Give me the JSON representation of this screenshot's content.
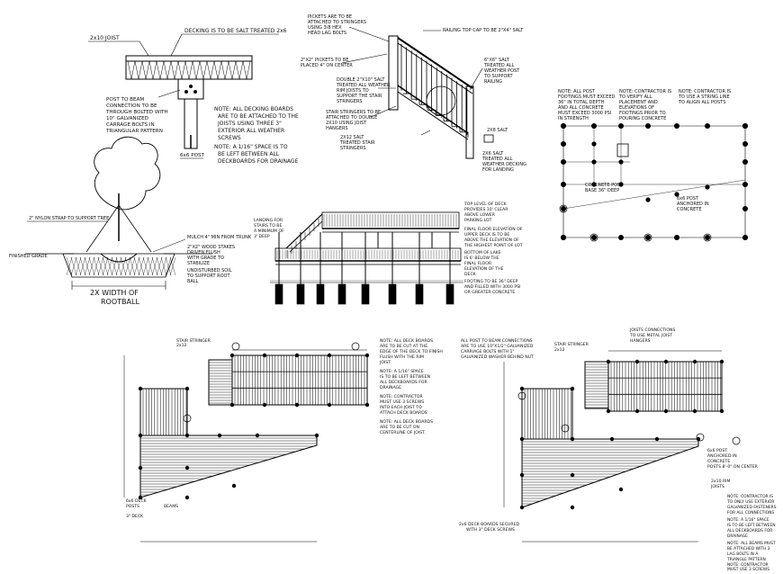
{
  "colors": {
    "ink": "#000000",
    "paper": "#ffffff"
  },
  "deck_section": {
    "joist_label": "2x10 JOIST",
    "decking_note": "DECKING IS TO BE SALT TREATED 2x6",
    "beam_connection_note": [
      "POST TO BEAM",
      "CONNECTION TO BE",
      "THROUGH BOLTED WITH",
      "10\" GALVANIZED",
      "CARRAGE BOLTS IN",
      "TRIANGULAR PATTERN"
    ],
    "post_label": "6x6 POST",
    "note_decking": [
      "NOTE: ALL DECKING BOARDS",
      "ARE TO BE ATTACHED TO THE",
      "JOISTS USING THREE 3\"",
      "EXTERIOR ALL WEATHER",
      "SCREWS"
    ],
    "note_spacing": [
      "NOTE: A 1/16\" SPACE IS TO",
      "BE LEFT BETWEEN ALL",
      "DECKBOARDS FOR DRAINAGE"
    ]
  },
  "stair_detail": {
    "pickets_note": [
      "PICKETS ARE TO BE",
      "ATTACHED TO STRINGERS",
      "USING 3/8 HEX",
      "HEAD LAG BOLTS"
    ],
    "railing_note": "RAILING TOP CAP TO BE 2\"X4\" SALT",
    "picket_spacing": [
      "2\"X2\" PICKETS TO BE",
      "PLACED 4\" ON CENTER"
    ],
    "post_note": [
      "6\"X6\" SALT",
      "TREATED ALL",
      "WEATHER POST",
      "TO SUPPORT",
      "RAILING"
    ],
    "stair_support": [
      "DOUBLE 2\"X10\" SALT",
      "TREATED ALL WEATHER",
      "RIM JOISTS TO",
      "SUPPORT THE STAIR",
      "STRINGERS"
    ],
    "stringer_note": [
      "STAIR STRINGERS TO BE",
      "ATTACHED TO DOUBLE",
      "2X10 USING JOIST",
      "HANGERS"
    ],
    "stringer_label": [
      "2X12 SALT",
      "TREATED STAIR",
      "STRINGERS"
    ],
    "tread_label": [
      "2X6 SALT",
      "TREATED ALL",
      "WEATHER DECKING",
      "FOR LANDING"
    ],
    "footing_label": "2X8 SALT"
  },
  "tree_detail": {
    "strap_note": "2\" NYLON STRAP TO SUPPORT TREE",
    "mulch_note": [
      "MULCH 4\" MIN FROM TRUNK"
    ],
    "stakes_note": [
      "2\"X2\" WOOD STAKES",
      "DRIVEN FLUSH",
      "WITH GRADE TO",
      "STABILIZE"
    ],
    "grade_label": "FINISHED GRADE",
    "undisturbed_note": [
      "UNDISTURBED SOIL",
      "TO SUPPORT ROOT",
      "BALL"
    ],
    "rootball_width": "2X WIDTH OF",
    "rootball_label": "ROOTBALL"
  },
  "elevation": {
    "landing_note": [
      "LANDING FOR",
      "STAIRS TO BE",
      "A MINIMUM OF",
      "3' DEEP"
    ],
    "top_level_note": [
      "TOP LEVEL OF DECK",
      "PROVIDES 10' CLEAR",
      "ABOVE LOWER",
      "PARKING LOT"
    ],
    "final_floor_note": [
      "FINAL FLOOR ELEVATION OF",
      "UPPER DECK IS TO BE",
      "ABOVE THE ELEVATION OF",
      "THE HIGHEST POINT OF LOT"
    ],
    "bottom_note": [
      "BOTTOM OF LAKE",
      "IS 6' BELOW THE",
      "FINAL FLOOR",
      "ELEVATION OF THE",
      "DECK"
    ],
    "footing_note": [
      "FOOTING TO BE 36\" DEEP",
      "AND FILLED WITH 3000 PSI",
      "OR GREATER CONCRETE"
    ]
  },
  "footing_plan": {
    "note1": [
      "NOTE: ALL POST",
      "FOOTINGS MUST EXCEED",
      "36\" IN TOTAL DEPTH",
      "AND ALL CONCRETE",
      "MUST EXCEED 3000 PSI",
      "IN STRENGTH"
    ],
    "note2": [
      "NOTE: CONTRACTOR IS",
      "TO VERIFY ALL",
      "PLACEMENT AND",
      "ELEVATIONS OF",
      "FOOTINGS PRIOR TO",
      "POURING CONCRETE"
    ],
    "note3": [
      "NOTE: CONTRACTOR IS",
      "TO USE A STRING LINE",
      "TO ALIGN ALL POSTS"
    ],
    "pier_label": [
      "CONCRETE POST",
      "BASE 36\" DEEP"
    ],
    "post_label": [
      "6x6 POST",
      "ANCHORED IN",
      "CONCRETE"
    ]
  },
  "framing_plan_left": {
    "stair_label": [
      "STAIR STRINGER",
      "2x12"
    ],
    "notes": [
      "NOTE: ALL DECK BOARDS",
      "ARE TO BE CUT AT THE",
      "EDGE OF THE DECK TO FINISH",
      "FLUSH WITH THE RIM",
      "JOIST"
    ],
    "notes2": [
      "NOTE: A 1/16\" SPACE",
      "IS TO BE LEFT BETWEEN",
      "ALL DECKBOARDS FOR",
      "DRAINAGE"
    ],
    "notes3": [
      "NOTE: CONTRACTOR",
      "MUST USE 3 SCREWS",
      "INTO EACH JOIST TO",
      "ATTACH DECK BOARDS"
    ],
    "notes4": [
      "NOTE: ALL DECK BOARDS",
      "ARE TO BE CUT ON",
      "CENTERLINE OF JOIST."
    ],
    "post_label": [
      "6x6 DECK",
      "POSTS"
    ],
    "beam_label": "BEAMS",
    "deck_label": "3\" DECK"
  },
  "framing_plan_right": {
    "beam_note": [
      "ALL POST TO BEAM CONNECTIONS",
      "ARE TO USE 10\"X1/2\" GALVANIZED",
      "CARRIAGE BOLTS WITH 1\"",
      "GALVANIZED WASHER BEHIND NUT"
    ],
    "stair_label": [
      "STAIR STRINGER",
      "2x12"
    ],
    "joist_note": [
      "JOISTS CONNECTIONS",
      "TO USE METAL JOIST",
      "HANGERS"
    ],
    "post_note": [
      "6x6 POST",
      "ANCHORED IN",
      "CONCRETE",
      "POSTS 8'-0\" ON CENTER"
    ],
    "joist_label": [
      "2x10 RIM",
      "JOISTS"
    ],
    "note_screws": [
      "NOTE: CONTRACTOR IS",
      "TO ONLY USE EXTERIOR",
      "GALVANIZED FASTENERS",
      "FOR ALL CONNECTIONS"
    ],
    "note_space": [
      "NOTE: A 1/16\" SPACE",
      "IS TO BE LEFT BETWEEN",
      "ALL DECKBOARDS FOR",
      "DRAINAGE"
    ],
    "note_beams": [
      "NOTE: ALL BEAMS MUST",
      "BE ATTACHED WITH 3",
      "LAG BOLTS IN A",
      "TRIANGLE PATTERN"
    ],
    "note_contractor": [
      "NOTE: CONTRACTOR",
      "MUST USE 3 SCREWS",
      "INTO EACH JOIST TO",
      "ATTACH DECK BOARDS"
    ],
    "deck_boards_note": [
      "2x6 DECK BOARDS SECURED",
      "WITH 3\" DECK SCREWS"
    ]
  }
}
